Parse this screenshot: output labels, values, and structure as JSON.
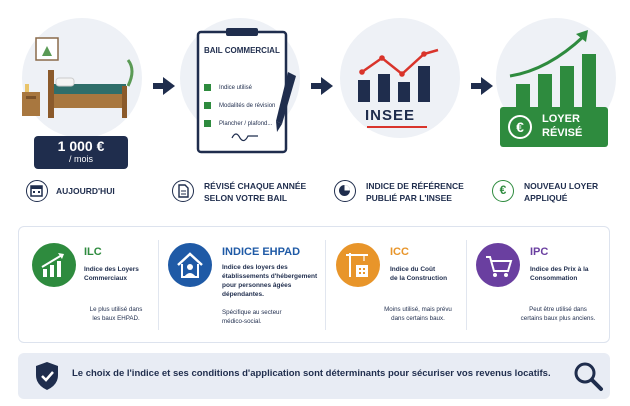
{
  "steps": [
    {
      "price_value": "1 000 €",
      "price_unit": "/ mois",
      "caption": "AUJOURD'HUI"
    },
    {
      "doc_title": "BAIL COMMERCIAL",
      "checklist": [
        "Indice utilisé",
        "Modalités de révision",
        "Plancher / plafond..."
      ],
      "caption_l1": "RÉVISÉ CHAQUE ANNÉE",
      "caption_l2": "SELON VOTRE BAIL"
    },
    {
      "logo": "INSEE",
      "caption_l1": "INDICE DE RÉFÉRENCE",
      "caption_l2": "PUBLIÉ PAR L'INSEE"
    },
    {
      "label_l1": "LOYER",
      "label_l2": "RÉVISÉ",
      "euro": "€",
      "caption_l1": "NOUVEAU LOYER",
      "caption_l2": "APPLIQUÉ"
    }
  ],
  "indices": [
    {
      "code": "ILC",
      "desc_l1": "Indice des Loyers",
      "desc_l2": "Commerciaux",
      "note_l1": "Le plus utilisé dans",
      "note_l2": "les baux EHPAD.",
      "color": "#2e8b3e"
    },
    {
      "code": "INDICE EHPAD",
      "desc_l1": "Indice des loyers des",
      "desc_l2": "établissements d'hébergement",
      "desc_l3": "pour personnes âgées",
      "desc_l4": "dépendantes.",
      "note_l1": "Spécifique au secteur",
      "note_l2": "médico-social.",
      "color": "#1f5aa6"
    },
    {
      "code": "ICC",
      "desc_l1": "Indice du Coût",
      "desc_l2": "de la Construction",
      "note_l1": "Moins utilisé, mais prévu",
      "note_l2": "dans certains baux.",
      "color": "#e8952a"
    },
    {
      "code": "IPC",
      "desc_l1": "Indice des Prix à la",
      "desc_l2": "Consommation",
      "note_l1": "Peut être utilisé dans",
      "note_l2": "certains baux plus anciens.",
      "color": "#6a3fa0"
    }
  ],
  "footer": {
    "text": "Le choix de l'indice et ses conditions d'application sont déterminants pour sécuriser vos revenus locatifs."
  },
  "colors": {
    "navy": "#1f2d4d",
    "green": "#2e8b3e",
    "red": "#d9342b"
  }
}
